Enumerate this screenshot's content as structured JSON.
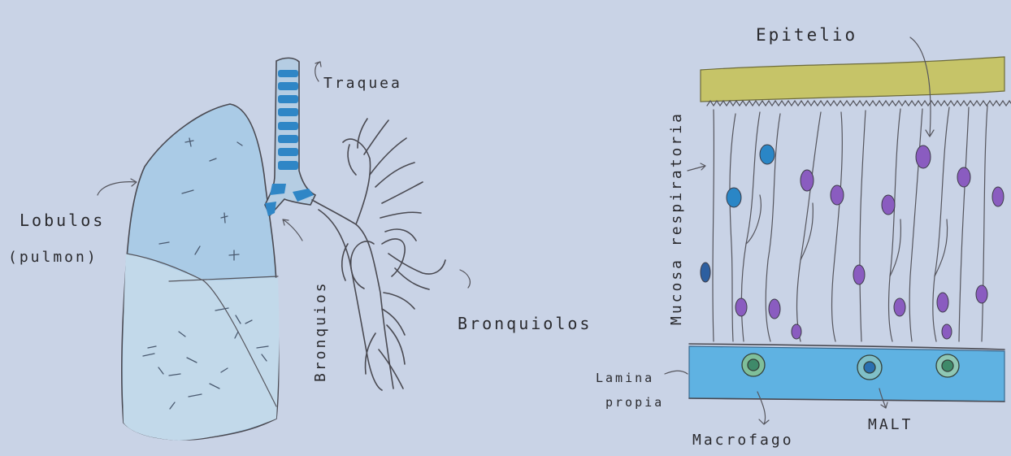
{
  "labels": {
    "traquea": "Traquea",
    "lobulos": "Lobulos",
    "pulmon": "(pulmon)",
    "bronquios": "Bronquios",
    "bronquiolos": "Bronquiolos",
    "epitelio": "Epitelio",
    "mucosa": "Mucosa respiratoria",
    "lamina": "Lamina",
    "propia": "propia",
    "macrofago": "Macrofago",
    "malt": "MALT"
  },
  "colors": {
    "paper": "#c9d3e6",
    "lung_blue": "#a9cbe6",
    "trachea_blue": "#2f86c6",
    "epithelium_yellow": "#c6c468",
    "nucleus_blue": "#2a86c6",
    "nucleus_purple": "#8a5cc0",
    "lamina_blue": "#5fb2e2",
    "malt_green": "#3f8a6a"
  }
}
